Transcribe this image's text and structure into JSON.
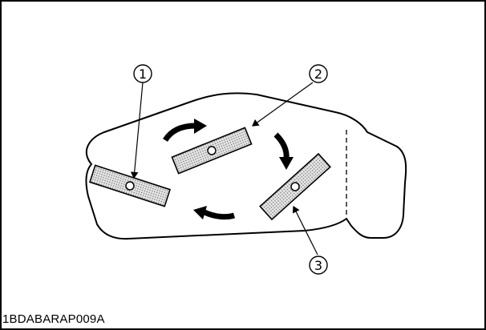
{
  "figure_code": "1BDABARAP009A",
  "callouts": [
    {
      "label": "1"
    },
    {
      "label": "2"
    },
    {
      "label": "3"
    }
  ],
  "icons": [
    "curved-arrow-icon",
    "curved-arrow-icon",
    "curved-arrow-icon"
  ],
  "colors": {
    "line": "#000000",
    "fill": "#d9d9d9",
    "background": "#ffffff"
  }
}
